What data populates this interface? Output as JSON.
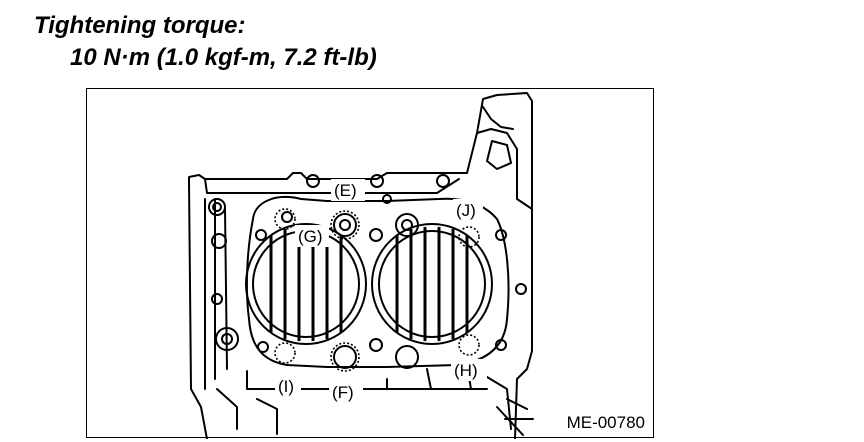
{
  "heading": {
    "title": "Tightening torque:",
    "value": "10 N·m (1.0 kgf-m, 7.2 ft-lb)"
  },
  "figure": {
    "callouts": {
      "e": "(E)",
      "f": "(F)",
      "g": "(G)",
      "h": "(H)",
      "i": "(I)",
      "j": "(J)"
    },
    "code": "ME-00780"
  }
}
